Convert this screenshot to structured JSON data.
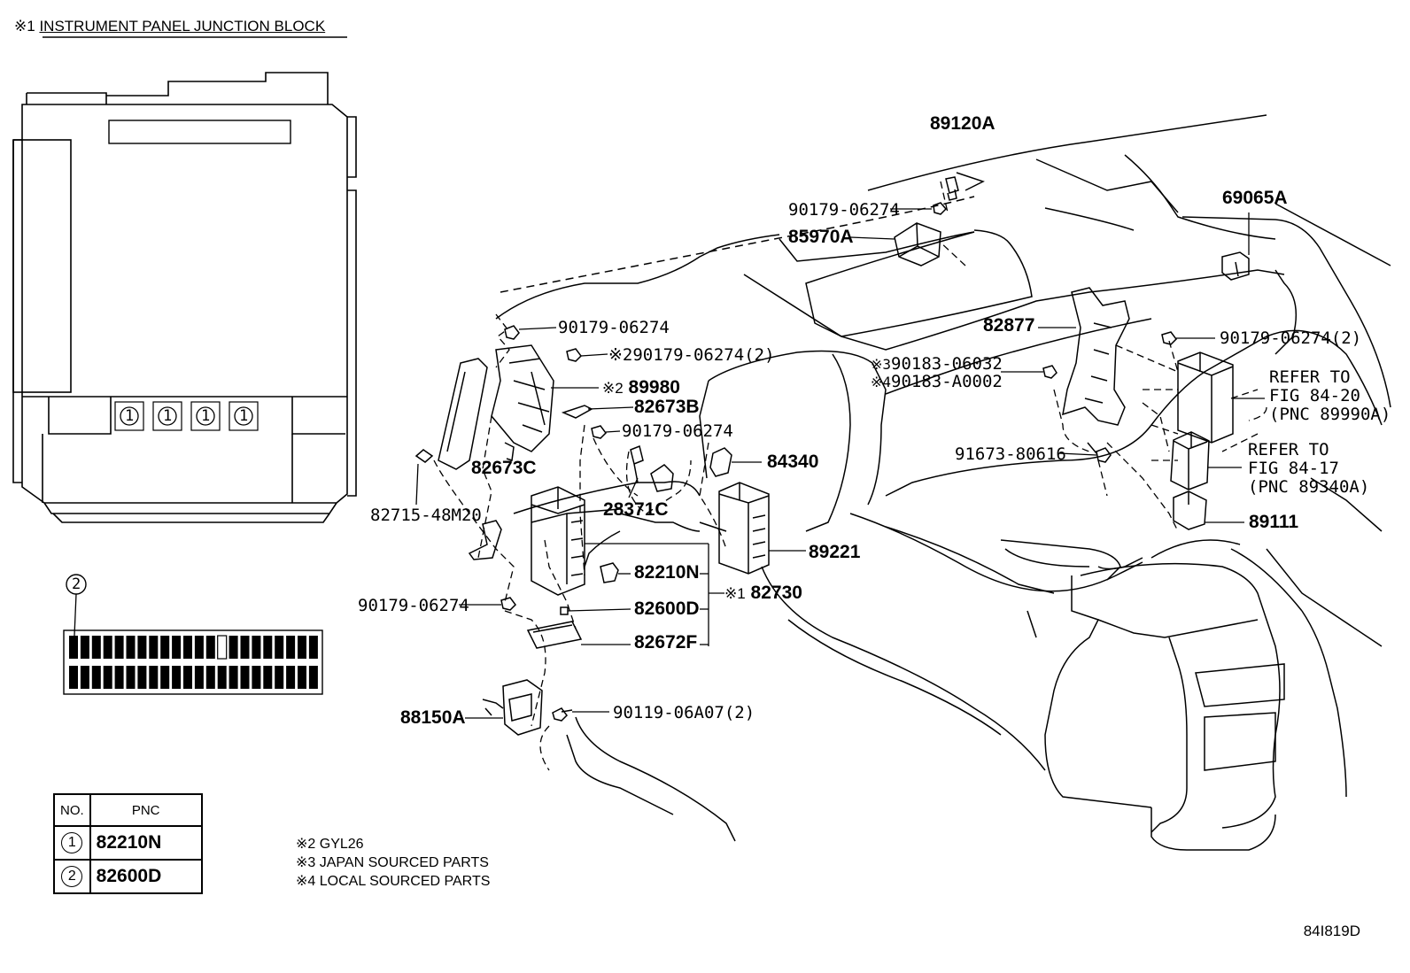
{
  "header": {
    "mark": "※1",
    "title": "INSTRUMENT PANEL JUNCTION BLOCK"
  },
  "junction_block": {
    "relay_marks": [
      "1",
      "1",
      "1",
      "1"
    ],
    "fuse_marker": "2"
  },
  "parts": {
    "p89120A": "89120A",
    "p90179_top": "90179-06274",
    "p85970A": "85970A",
    "p69065A": "69065A",
    "p90179_a": "90179-06274",
    "p90179_2a_mark": "※2",
    "p90179_2a": "90179-06274(2)",
    "p89980_mark": "※2",
    "p89980": "89980",
    "p82673B": "82673B",
    "p90179_b": "90179-06274",
    "p82673C": "82673C",
    "p84340": "84340",
    "p28371C": "28371C",
    "p82715": "82715-48M20",
    "p89221": "89221",
    "p82210N": "82210N",
    "p82730_mark": "※1",
    "p82730": "82730",
    "p90179_c": "90179-06274",
    "p82600D": "82600D",
    "p82672F": "82672F",
    "p88150A": "88150A",
    "p90119": "90119-06A07(2)",
    "p82877": "82877",
    "p90183_a_mark": "※3",
    "p90183_a": "90183-06032",
    "p90183_b_mark": "※4",
    "p90183_b": "90183-A0002",
    "p90179_r": "90179-06274(2)",
    "p91673": "91673-80616",
    "p89111": "89111",
    "refer1_l1": "REFER TO",
    "refer1_l2": "FIG 84-20",
    "refer1_l3": "(PNC 89990A)",
    "refer2_l1": "REFER TO",
    "refer2_l2": "FIG 84-17",
    "refer2_l3": "(PNC 89340A)"
  },
  "table": {
    "col_no": "NO.",
    "col_pnc": "PNC",
    "rows": [
      {
        "no": "1",
        "pnc": "82210N"
      },
      {
        "no": "2",
        "pnc": "82600D"
      }
    ]
  },
  "notes": [
    "※2 GYL26",
    "※3 JAPAN SOURCED PARTS",
    "※4 LOCAL SOURCED PARTS"
  ],
  "figure_code": "84I819D"
}
